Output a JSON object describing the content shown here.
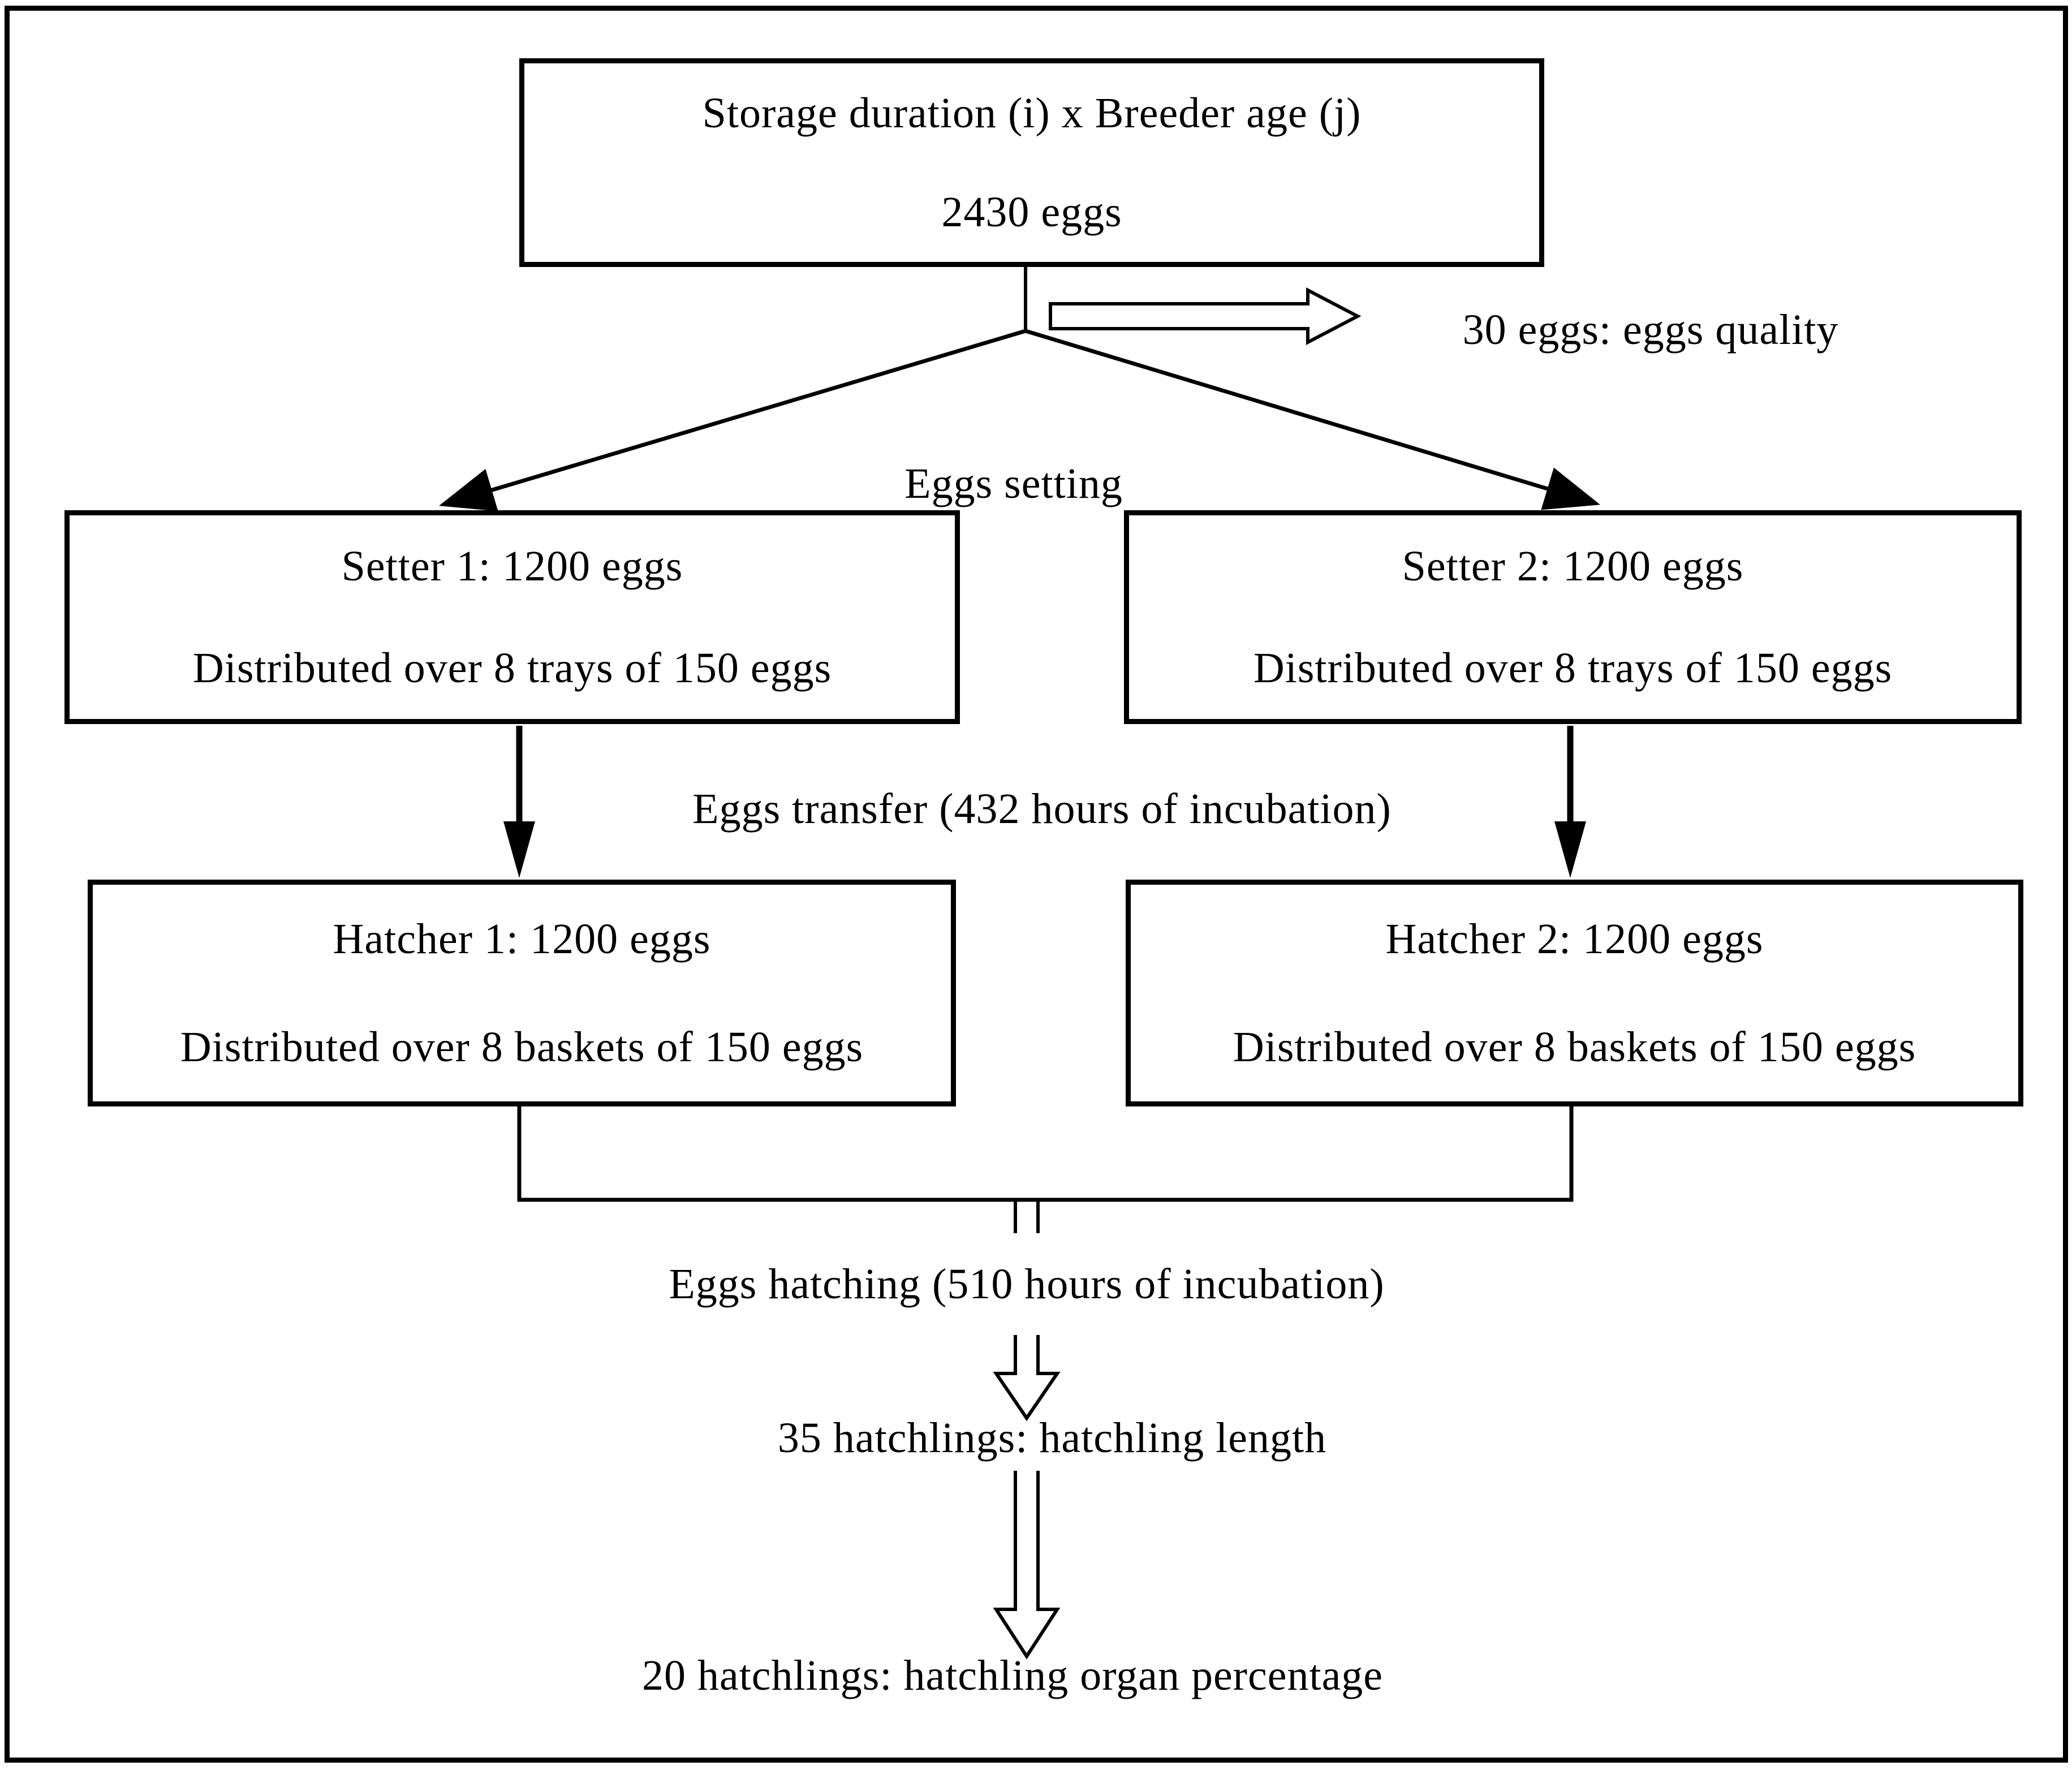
{
  "boxes": {
    "top": {
      "line1": "Storage duration (i) x Breeder age (j)",
      "line2": "2430 eggs"
    },
    "setter1": {
      "line1": "Setter 1: 1200 eggs",
      "line2": "Distributed over 8 trays of 150 eggs"
    },
    "setter2": {
      "line1": "Setter 2: 1200 eggs",
      "line2": "Distributed over 8 trays of 150 eggs"
    },
    "hatcher1": {
      "line1": "Hatcher 1: 1200 eggs",
      "line2": "Distributed over 8 baskets of 150 eggs"
    },
    "hatcher2": {
      "line1": "Hatcher 2: 1200 eggs",
      "line2": "Distributed over 8 baskets of 150 eggs"
    }
  },
  "labels": {
    "eggs_quality": "30 eggs: eggs quality",
    "eggs_setting": "Eggs setting",
    "eggs_transfer": "Eggs transfer (432 hours of incubation)",
    "eggs_hatching": "Eggs hatching (510 hours of incubation)",
    "hatchling_length": "35 hatchlings: hatchling length",
    "organ_percentage": "20 hatchlings: hatchling organ percentage"
  },
  "colors": {
    "stroke": "#000000",
    "background": "#ffffff",
    "text": "#000000"
  }
}
